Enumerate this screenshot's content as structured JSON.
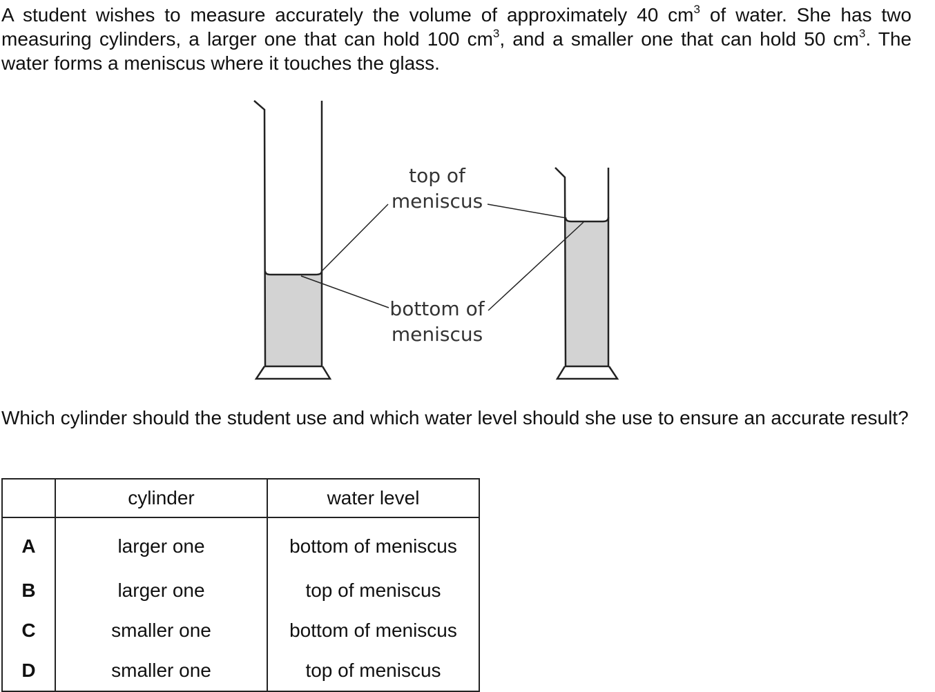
{
  "intro": {
    "part1": "A student wishes to measure accurately the volume of approximately 40 cm",
    "sup1": "3",
    "part2": " of water. She has two measuring cylinders, a larger one that can hold 100 cm",
    "sup2": "3",
    "part3": ", and a smaller one that can hold 50 cm",
    "sup3": "3",
    "part4": ". The water forms a meniscus where it touches the glass."
  },
  "diagram": {
    "label_top_line1": "top of",
    "label_top_line2": "meniscus",
    "label_bottom_line1": "bottom of",
    "label_bottom_line2": "meniscus",
    "water_color": "#d3d3d3"
  },
  "question": "Which cylinder should the student use and which water level should she use to ensure an accurate result?",
  "table": {
    "headers": [
      "",
      "cylinder",
      "water level"
    ],
    "rows": [
      {
        "letter": "A",
        "cylinder": "larger one",
        "level": "bottom of meniscus"
      },
      {
        "letter": "B",
        "cylinder": "larger one",
        "level": "top of meniscus"
      },
      {
        "letter": "C",
        "cylinder": "smaller one",
        "level": "bottom of meniscus"
      },
      {
        "letter": "D",
        "cylinder": "smaller one",
        "level": "top of meniscus"
      }
    ]
  }
}
